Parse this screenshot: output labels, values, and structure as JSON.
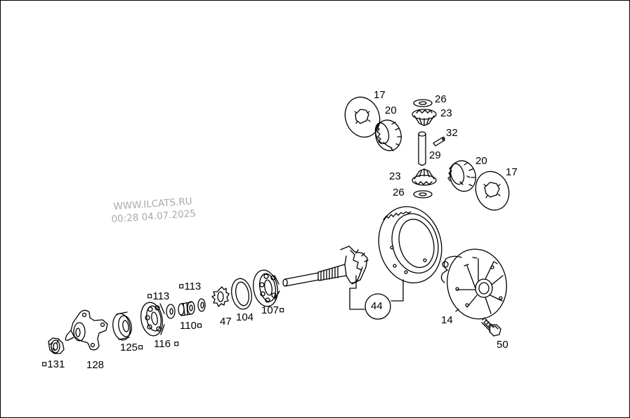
{
  "watermark": {
    "line1": "WWW.ILCATS.RU",
    "line2": "00:28 04.07.2025"
  },
  "callout": {
    "number": "44"
  },
  "labels": {
    "p17a": "17",
    "p26a": "26",
    "p20a": "20",
    "p23a": "23",
    "p32": "32",
    "p29": "29",
    "p20b": "20",
    "p17b": "17",
    "p23b": "23",
    "p26b": "26",
    "p113a": "¤113",
    "p113b": "¤113",
    "p110": "110¤",
    "p47": "47",
    "p104": "104",
    "p107": "107¤",
    "p14": "14",
    "p50": "50",
    "p125": "125¤",
    "p116": "116 ¤",
    "p131": "¤131",
    "p128": "128"
  },
  "colors": {
    "line": "#000000",
    "watermark": "#a8a8a8",
    "background": "#ffffff"
  }
}
